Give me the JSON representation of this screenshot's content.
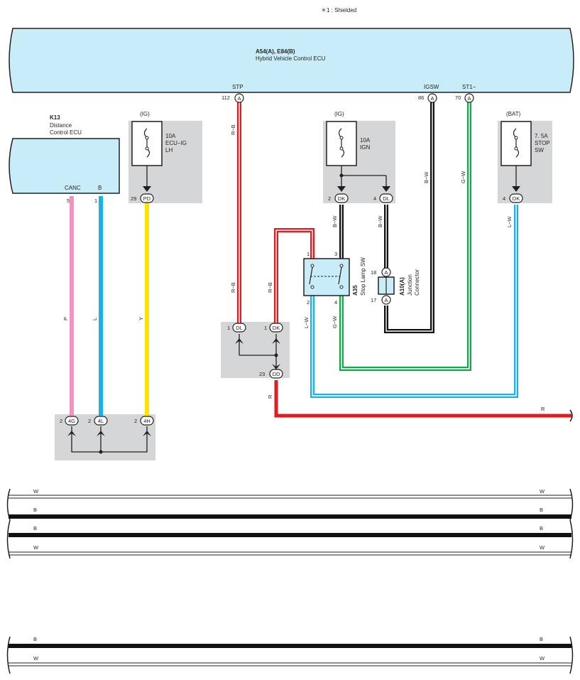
{
  "note": "＊1 : Shielded",
  "hv_ecu": {
    "code": "A54(A), E84(B)",
    "name": "Hybrid Vehicle Control ECU"
  },
  "k13": {
    "code": "K13",
    "name_line1": "Distance",
    "name_line2": "Control ECU",
    "pin_canc": "CANC",
    "pin_b": "B"
  },
  "hv_pins": {
    "stp": {
      "label": "STP",
      "num": "112",
      "conn": "A"
    },
    "igsw": {
      "label": "IGSW",
      "num": "86",
      "conn": "A"
    },
    "st1": {
      "label": "ST1−",
      "num": "70",
      "conn": "A"
    }
  },
  "fuse_ecu_ig": {
    "power": "(IG)",
    "rating": "10A",
    "name_line1": "ECU−IG",
    "name_line2": "LH",
    "pin_num": "29",
    "pin_conn": "PD"
  },
  "fuse_ign": {
    "power": "(IG)",
    "rating": "10A",
    "name": "IGN",
    "pin1_num": "2",
    "pin1_conn": "DK",
    "pin2_num": "4",
    "pin2_conn": "DL"
  },
  "fuse_stop": {
    "power": "(BAT)",
    "rating": "7. 5A",
    "name_line1": "STOP",
    "name_line2": "SW",
    "pin_num": "4",
    "pin_conn": "DK"
  },
  "stop_lamp_sw": {
    "code": "A35",
    "name": "Stop Lamp SW",
    "pin1": "1",
    "pin2": "2",
    "pin3": "3",
    "pin4": "4"
  },
  "junction": {
    "code": "A10(A)",
    "name_line1": "Junction",
    "name_line2": "Connector",
    "pin_top_num": "18",
    "pin_top_conn": "A",
    "pin_bottom_num": "17",
    "pin_bottom_conn": "A"
  },
  "k13_pins": {
    "canc_num": "5",
    "b_num": "1"
  },
  "jb_bottom": {
    "p1_num": "2",
    "p1_conn": "4G",
    "p2_num": "2",
    "p2_conn": "4L",
    "p3_num": "2",
    "p3_conn": "4H"
  },
  "jb_mid": {
    "dl_num": "1",
    "dl_conn": "DL",
    "dk_num": "1",
    "dk_conn": "DK",
    "dd_num": "23",
    "dd_conn": "DD"
  },
  "wire_labels": {
    "r_b": "R−B",
    "b_w": "B−W",
    "g_w": "G−W",
    "l_w": "L−W",
    "p": "P",
    "l": "L",
    "y": "Y",
    "r": "R"
  },
  "harness_labels": {
    "row1": "W",
    "row2": "B",
    "row3": "B",
    "row4": "W",
    "row5": "B",
    "row6": "W"
  },
  "colors": {
    "ecu_fill": "#c8ecf8",
    "box_gray": "#d5d6d8",
    "red": "#e21b22",
    "black": "#111111",
    "green": "#15a84a",
    "blue": "#1ab0e8",
    "pink": "#f391bf",
    "yellow": "#ffe200"
  }
}
